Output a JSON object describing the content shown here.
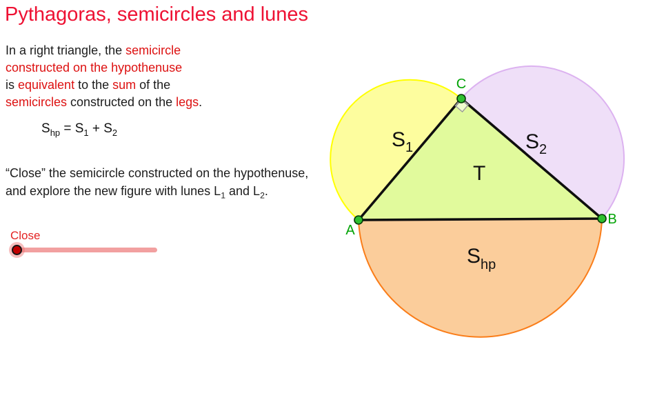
{
  "title": "Pythagoras, semicircles and lunes",
  "intro": {
    "line1": {
      "seg1": "In a right triangle, the ",
      "seg2": "semicircle"
    },
    "line2": {
      "seg1": "constructed on the hypothenuse"
    },
    "line3": {
      "seg1": "is ",
      "seg2": "equivalent",
      "seg3": " to the ",
      "seg4": "sum",
      "seg5": " of the"
    },
    "line4": {
      "seg1": "semicircles",
      "seg2": " constructed on the ",
      "seg3": "legs",
      "seg4": "."
    }
  },
  "formula": {
    "base1": "S",
    "sub1": "hp",
    "mid1": " = S",
    "sub2": "1",
    "mid2": " + S",
    "sub3": "2"
  },
  "instruction": {
    "line1": "“Close” the semicircle constructed on the hypothenuse,",
    "line2a": "and explore the new figure with lunes L",
    "sub1": "1",
    "line2b": " and L",
    "sub2": "2",
    "line2c": "."
  },
  "slider": {
    "label": "Close"
  },
  "figure": {
    "point_labels": {
      "a": "A",
      "b": "B",
      "c": "C"
    },
    "region_labels": {
      "s1_base": "S",
      "s1_sub": "1",
      "s2_base": "S",
      "s2_sub": "2",
      "t": "T",
      "shp_base": "S",
      "shp_sub": "hp"
    }
  },
  "colors": {
    "title_red": "#ee1133",
    "text_red": "#dd1111",
    "slider_red": "#e32222",
    "slider_track_pink": "#f2a0a0",
    "slider_knob_dark_red": "#c00000",
    "leg1_semicircle_fill": "#fdfd9e",
    "leg1_semicircle_stroke": "#ffff00",
    "leg2_semicircle_fill": "#efdff8",
    "leg2_semicircle_stroke": "#dcb2f0",
    "hypothenuse_semicircle_fill": "#fbcd9b",
    "hypothenuse_semicircle_stroke": "#fa7d19",
    "triangle_fill": "#e1fa9c",
    "point_green": "#2fbf2f",
    "label_green": "#00a305"
  }
}
